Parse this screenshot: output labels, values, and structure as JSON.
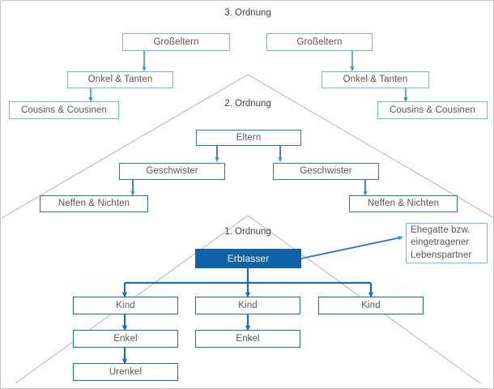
{
  "diagram": {
    "title_hidden": "Gesetzliche Erbfolge - Ordnungen",
    "colors": {
      "order3_border": "#6cb4e4",
      "order2_border": "#2e75b6",
      "order1_border": "#1a6bb0",
      "decedent_fill": "#0f62a8",
      "decedent_text": "#ffffff",
      "node_text": "#565656",
      "label_text": "#404040",
      "chevron_line": "#b3b3b3",
      "arrow_light": "#4a9ed4",
      "arrow_dark": "#1a6bb0",
      "canvas_border": "#c8c8c8",
      "background": "#ffffff"
    },
    "order_labels": [
      {
        "id": "ordnung-3",
        "text": "3. Ordnung"
      },
      {
        "id": "ordnung-2",
        "text": "2. Ordnung"
      },
      {
        "id": "ordnung-1",
        "text": "1. Ordnung"
      }
    ],
    "nodes": {
      "grandparents_left": "Großeltern",
      "grandparents_right": "Großeltern",
      "uncles_aunts_left": "Onkel & Tanten",
      "uncles_aunts_right": "Onkel & Tanten",
      "cousins_left": "Cousins & Cousinen",
      "cousins_right": "Cousins & Cousinen",
      "parents": "Eltern",
      "siblings_left": "Geschwister",
      "siblings_right": "Geschwister",
      "nephews_nieces_left": "Neffen & Nichten",
      "nephews_nieces_right": "Neffen & Nichten",
      "decedent": "Erblasser",
      "spouse": "Ehegatte bzw. eingetragener Lebenspartner",
      "child_1": "Kind",
      "child_2": "Kind",
      "child_3": "Kind",
      "grandchild_1": "Enkel",
      "grandchild_2": "Enkel",
      "greatgrandchild_1": "Urenkel"
    }
  }
}
